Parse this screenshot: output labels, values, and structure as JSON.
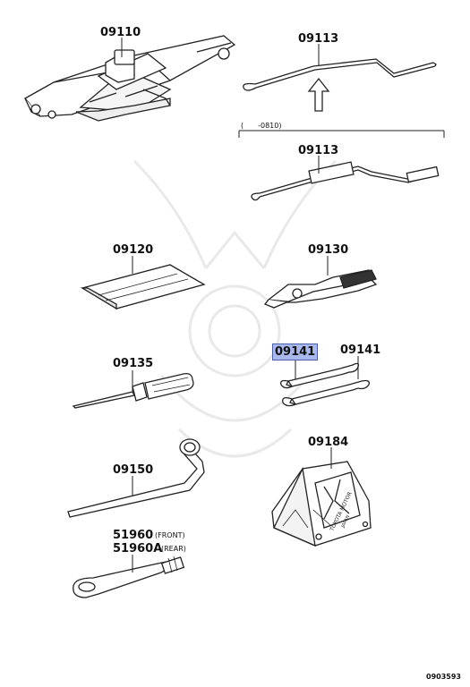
{
  "parts": {
    "jack": "09110",
    "handle_top": "09113",
    "handle_lower": "09113",
    "bag": "09120",
    "pliers": "09130",
    "screwdriver": "09135",
    "wrench_left": "09141",
    "wrench_right": "09141",
    "jack_handle": "09150",
    "tow_hook_front": "51960",
    "tow_hook_rear": "51960A",
    "triangle": "09184"
  },
  "qualifiers": {
    "front": "(FRONT)",
    "rear": "(REAR)",
    "date_range": "(　　-0810)"
  },
  "triangle_text": {
    "brand": "TOYOTA MOTOR",
    "country": "JAPAN"
  },
  "diagram_code": "0903593",
  "highlight_color": "#a9b9ee"
}
